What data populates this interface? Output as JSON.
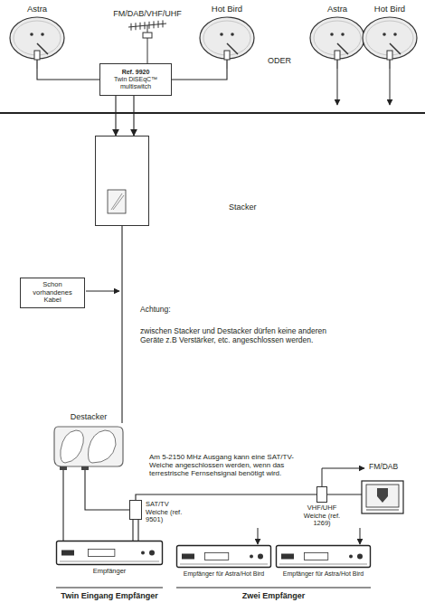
{
  "diagram": {
    "nodes": [
      {
        "text": [
          "Astra"
        ]
      },
      {
        "text": [
          "FM/DAB/VHF/UHF"
        ]
      },
      {
        "text": [
          "Hot Bird"
        ]
      },
      {
        "text": [
          "Astra"
        ]
      },
      {
        "text": [
          "Hot Bird"
        ]
      },
      {
        "text": [
          "Ref. 9920",
          "Twin DiSEqC™ multiswitch"
        ]
      },
      {
        "text": [
          "Stacker"
        ]
      },
      {
        "text": [
          "Schon vorhandenes Kabel"
        ]
      },
      {
        "text": [
          "Destacker"
        ]
      },
      {
        "text": [
          "SAT/TV Weiche (ref. 9501)"
        ]
      },
      {
        "text": [
          "VHF/UHF Weiche (ref. 1269)"
        ]
      },
      {
        "text": [
          "Empfänger"
        ]
      },
      {
        "text": [
          "Empfänger für Astra/Hot Bird"
        ]
      },
      {
        "text": [
          "Empfänger für Astra/Hot Bird"
        ]
      }
    ],
    "edges": [
      {
        "from": 0,
        "to": 5,
        "arrow": "none"
      },
      {
        "from": 1,
        "to": 5,
        "arrow": "none"
      },
      {
        "from": 2,
        "to": 5,
        "arrow": "none"
      },
      {
        "from": 5,
        "to": 6,
        "arrow": "to"
      },
      {
        "from": 5,
        "to": 6,
        "arrow": "to"
      },
      {
        "from": 6,
        "to": 8,
        "arrow": "none"
      },
      {
        "from": 8,
        "to": 11,
        "arrow": "none"
      },
      {
        "from": 8,
        "to": 9,
        "arrow": "none"
      },
      {
        "from": 9,
        "to": 11,
        "arrow": "none"
      },
      {
        "from": 9,
        "to": 11,
        "arrow": "none"
      },
      {
        "from": 9,
        "to": 10,
        "arrow": "none"
      }
    ],
    "labels": [
      "ODER",
      "Achtung:",
      "zwischen Stacker und Destacker dürfen keine anderen Geräte z.B Verstärker, etc. angeschlossen werden.",
      "Am 5-2150 MHz Ausgang kann eine SAT/TV-Weiche angeschlossen werden, wenn das terrestrische Fernsehsignal benötigt wird.",
      "FM/DAB",
      "Twin Eingang Empfänger",
      "Zwei Empfänger"
    ]
  }
}
